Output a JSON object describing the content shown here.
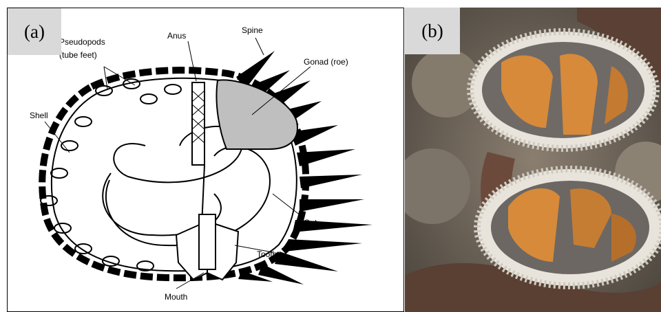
{
  "panel_a": {
    "tag": "(a)",
    "labels": {
      "pseudopods": "Pseudopods",
      "tube_feet": "(tube feet)",
      "anus": "Anus",
      "spine": "Spine",
      "gonad": "Gonad (roe)",
      "shell": "Shell",
      "gut": "Gut",
      "tooth": "Tooth",
      "mouth": "Mouth"
    }
  },
  "panel_b": {
    "tag": "(b)"
  },
  "colors": {
    "gonad_fill": "#bfbfbf",
    "roe": "#d68a3a",
    "label_box": "#d9d9d9"
  }
}
